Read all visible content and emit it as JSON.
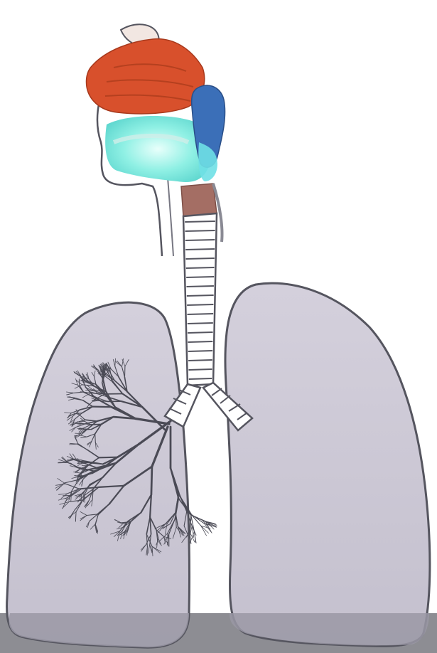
{
  "diagram": {
    "structures": [
      {
        "name": "nasal-cavity",
        "color": "#d8502c"
      },
      {
        "name": "oral-cavity",
        "color": "#7fe6dc"
      },
      {
        "name": "pharynx",
        "color": "#3b6fb8"
      },
      {
        "name": "larynx",
        "color": "#a46e64"
      },
      {
        "name": "trachea",
        "color": "#ffffff"
      },
      {
        "name": "bronchi",
        "color": "#ffffff"
      },
      {
        "name": "right-lung",
        "color": "#ccc8d6"
      },
      {
        "name": "left-lung",
        "color": "#ccc8d6"
      },
      {
        "name": "bronchial-tree",
        "color": "#4a4a55"
      }
    ],
    "colors": {
      "background": "#ffffff",
      "outline": "#55555f",
      "floor_band": "#8d8d93"
    }
  }
}
